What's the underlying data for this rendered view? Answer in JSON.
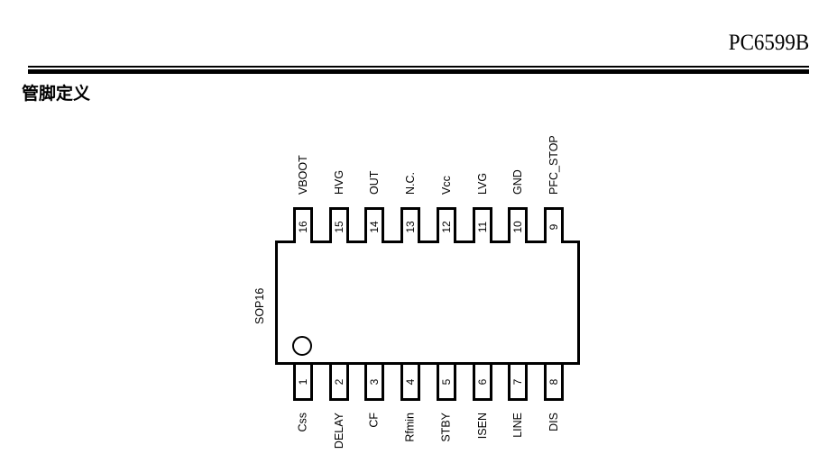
{
  "header": {
    "title": "PC6599B"
  },
  "section": {
    "heading": "管脚定义"
  },
  "diagram": {
    "package": "SOP16",
    "top_pins": [
      {
        "num": "16",
        "name": "VBOOT"
      },
      {
        "num": "15",
        "name": "HVG"
      },
      {
        "num": "14",
        "name": "OUT"
      },
      {
        "num": "13",
        "name": "N.C."
      },
      {
        "num": "12",
        "name": "Vcc"
      },
      {
        "num": "11",
        "name": "LVG"
      },
      {
        "num": "10",
        "name": "GND"
      },
      {
        "num": "9",
        "name": "PFC_STOP"
      }
    ],
    "bottom_pins": [
      {
        "num": "1",
        "name": "Css"
      },
      {
        "num": "2",
        "name": "DELAY"
      },
      {
        "num": "3",
        "name": "CF"
      },
      {
        "num": "4",
        "name": "Rfmin"
      },
      {
        "num": "5",
        "name": "STBY"
      },
      {
        "num": "6",
        "name": "ISEN"
      },
      {
        "num": "7",
        "name": "LINE"
      },
      {
        "num": "8",
        "name": "DIS"
      }
    ]
  }
}
